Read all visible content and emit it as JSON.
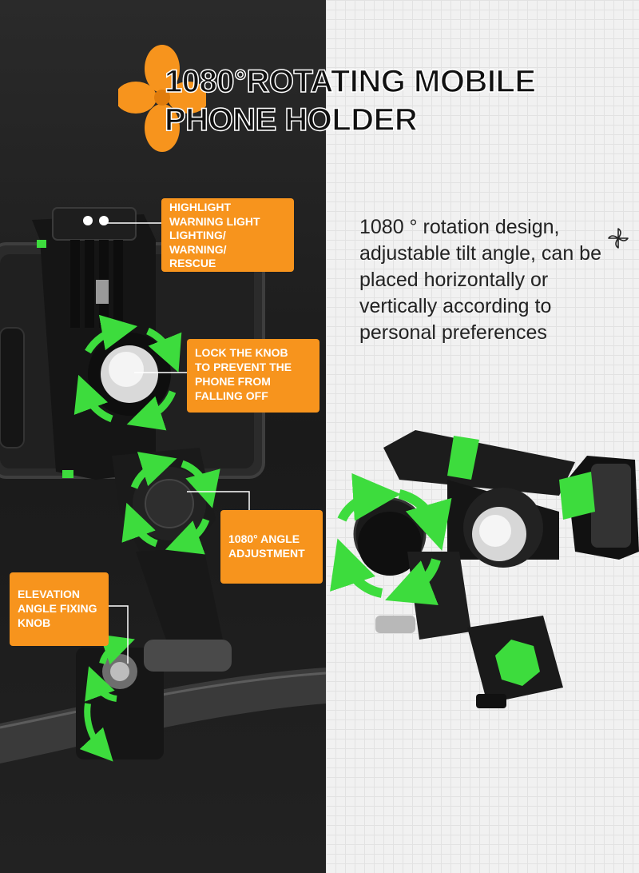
{
  "title": {
    "line1": "1080°ROTATING MOBILE",
    "line2": "PHONE HOLDER"
  },
  "callouts": {
    "warning_light": "HIGHLIGHT\nWARNING LIGHT\nLIGHTING/\nWARNING/\nRESCUE",
    "lock_knob": "LOCK THE KNOB\nTO PREVENT THE\nPHONE FROM\nFALLING OFF",
    "angle_adjustment": "1080° ANGLE\nADJUSTMENT",
    "elevation_knob": "ELEVATION\nANGLE FIXING\nKNOB"
  },
  "description": "1080 ° rotation design, adjustable tilt angle, can be placed horizontally or vertically according to personal preferences",
  "icons": {
    "logo": "four-petal-clover-logo",
    "rotate": "rotate-pinwheel-icon"
  },
  "colors": {
    "accent": "#f7941d",
    "green": "#3ddc3d",
    "dark": "#1c1c1c",
    "light_bg": "#f1f1f1"
  }
}
